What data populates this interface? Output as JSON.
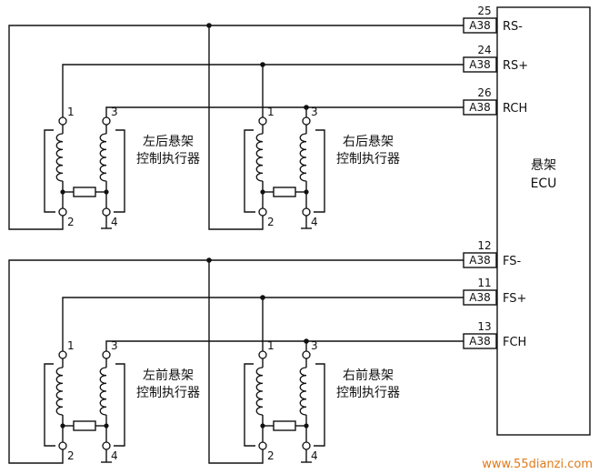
{
  "ecu": {
    "line1": "悬架",
    "line2": "ECU"
  },
  "connector_code": "A38",
  "ecu_pins": [
    {
      "number": "25",
      "signal": "RS-"
    },
    {
      "number": "24",
      "signal": "RS+"
    },
    {
      "number": "26",
      "signal": "RCH"
    },
    {
      "number": "12",
      "signal": "FS-"
    },
    {
      "number": "11",
      "signal": "FS+"
    },
    {
      "number": "13",
      "signal": "FCH"
    }
  ],
  "actuators": [
    {
      "line1": "左后悬架",
      "line2": "控制执行器"
    },
    {
      "line1": "右后悬架",
      "line2": "控制执行器"
    },
    {
      "line1": "左前悬架",
      "line2": "控制执行器"
    },
    {
      "line1": "右前悬架",
      "line2": "控制执行器"
    }
  ],
  "terminal_labels": {
    "t1": "1",
    "t2": "2",
    "t3": "3",
    "t4": "4"
  },
  "watermark": "www.55dianzi.com",
  "colors": {
    "line": "#111111",
    "watermark": "#e07a1a"
  }
}
